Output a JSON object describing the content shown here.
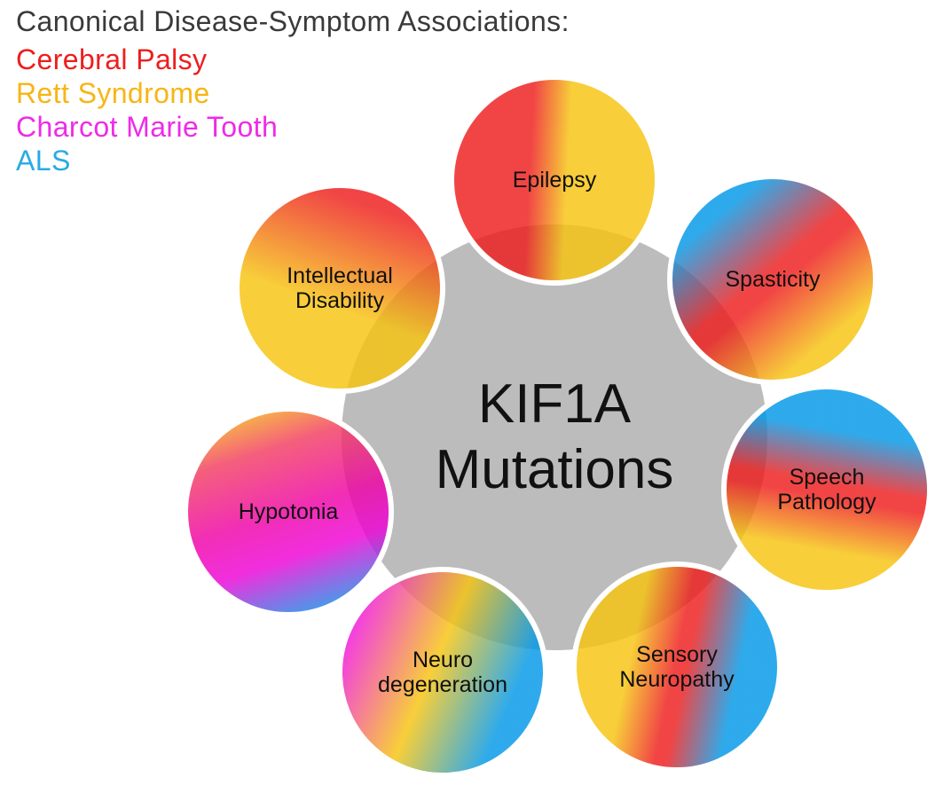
{
  "figure": {
    "legend": {
      "title": "Canonical Disease-Symptom Associations:",
      "items": [
        {
          "label": "Cerebral Palsy",
          "color": "#EE1D1D"
        },
        {
          "label": "Rett Syndrome",
          "color": "#F7B515"
        },
        {
          "label": "Charcot Marie Tooth",
          "color": "#EE2BE8"
        },
        {
          "label": "ALS",
          "color": "#29ABE2"
        }
      ]
    },
    "center": {
      "lines": [
        "KIF1A",
        "Mutations"
      ],
      "circle_color": "#BCBCBC",
      "text_color": "#111111"
    },
    "symptoms": [
      {
        "id": "epilepsy",
        "lines": [
          "Epilepsy"
        ],
        "gradient_colors": [
          "#EE1D1D",
          "#F7B515"
        ]
      },
      {
        "id": "spasticity",
        "lines": [
          "Spasticity"
        ],
        "gradient_colors": [
          "#29ABE2",
          "#EE1D1D",
          "#F7B515"
        ]
      },
      {
        "id": "speech-pathology",
        "lines": [
          "Speech",
          "Pathology"
        ],
        "gradient_colors": [
          "#29ABE2",
          "#EE1D1D",
          "#F7B515"
        ]
      },
      {
        "id": "sensory-neuropathy",
        "lines": [
          "Sensory",
          "Neuropathy"
        ],
        "gradient_colors": [
          "#F7B515",
          "#EE1D1D",
          "#29ABE2"
        ]
      },
      {
        "id": "neuro-degeneration",
        "lines": [
          "Neuro",
          "degeneration"
        ],
        "gradient_colors": [
          "#EE2BE8",
          "#F7B515",
          "#29ABE2"
        ]
      },
      {
        "id": "hypotonia",
        "lines": [
          "Hypotonia"
        ],
        "gradient_colors": [
          "#F7B515",
          "#EE1D1D",
          "#EE2BE8",
          "#29ABE2"
        ]
      },
      {
        "id": "intellectual-disability",
        "lines": [
          "Intellectual",
          "Disability"
        ],
        "gradient_colors": [
          "#EE1D1D",
          "#F7B515"
        ]
      }
    ]
  }
}
